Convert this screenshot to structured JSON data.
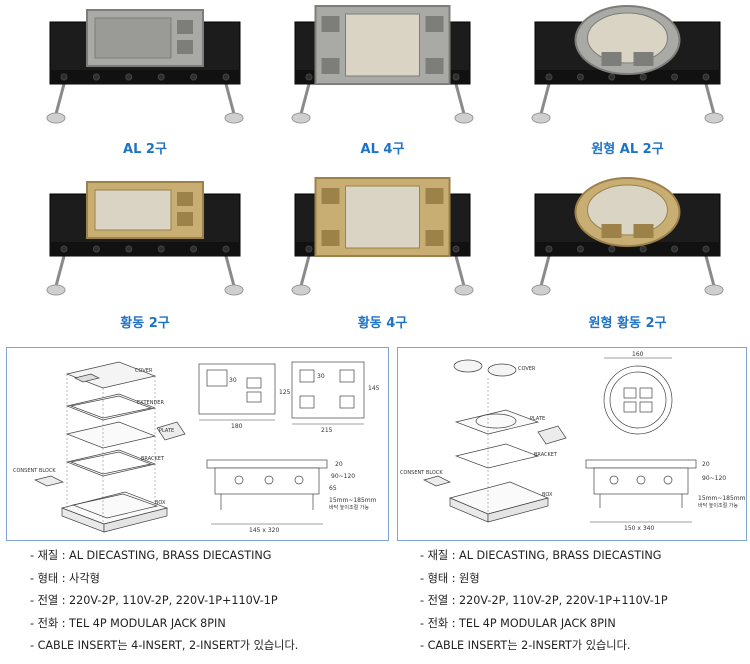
{
  "products": [
    {
      "caption": "AL 2구",
      "cover": "gray",
      "shape": "rect2"
    },
    {
      "caption": "AL 4구",
      "cover": "gray",
      "shape": "rect4"
    },
    {
      "caption": "원형 AL 2구",
      "cover": "gray",
      "shape": "round"
    },
    {
      "caption": "황동 2구",
      "cover": "brass",
      "shape": "rect2"
    },
    {
      "caption": "황동 4구",
      "cover": "brass",
      "shape": "rect4"
    },
    {
      "caption": "원형 황동 2구",
      "cover": "brass",
      "shape": "round"
    }
  ],
  "diagram_left": {
    "parts": [
      "COVER",
      "EXTENDER",
      "PLATE",
      "BRACKET",
      "BOX",
      "CONSENT BLOCK"
    ],
    "dims": {
      "w1": "180",
      "h1": "125",
      "w2": "215",
      "h2": "145",
      "d1": "30",
      "d2": "30",
      "side_a": "20",
      "side_b": "65",
      "side_c": "90~120",
      "side_d": "15mm~185mm",
      "side_note": "바닥 높이조절 가능",
      "bottom": "145 x 320"
    }
  },
  "diagram_right": {
    "parts": [
      "COVER",
      "PLATE",
      "BRACKET",
      "BOX",
      "CONSENT BLOCK"
    ],
    "dims": {
      "top": "160",
      "side_a": "20",
      "side_b": "90~120",
      "side_c": "15mm~185mm",
      "side_note": "바닥 높이조절 가능",
      "bottom": "150 x 340"
    }
  },
  "specs_left": [
    "- 재질 : AL DIECASTING, BRASS DIECASTING",
    "- 형태 : 사각형",
    "- 전열 : 220V-2P, 110V-2P, 220V-1P+110V-1P",
    "- 전화 : TEL 4P MODULAR JACK 8PIN",
    "- CABLE INSERT는 4-INSERT, 2-INSERT가 있습니다."
  ],
  "specs_right": [
    "- 재질 : AL DIECASTING, BRASS DIECASTING",
    "- 형태 : 원형",
    "- 전열 : 220V-2P, 110V-2P, 220V-1P+110V-1P",
    "- 전화 : TEL 4P MODULAR JACK 8PIN",
    "- CABLE INSERT는 2-INSERT가 있습니다."
  ],
  "colors": {
    "caption": "#1f73c6",
    "panel_border": "#7fa6d6",
    "box": "#1c1c1c",
    "gray_cover": "#a9a9a6",
    "brass_cover": "#c8ae73"
  }
}
